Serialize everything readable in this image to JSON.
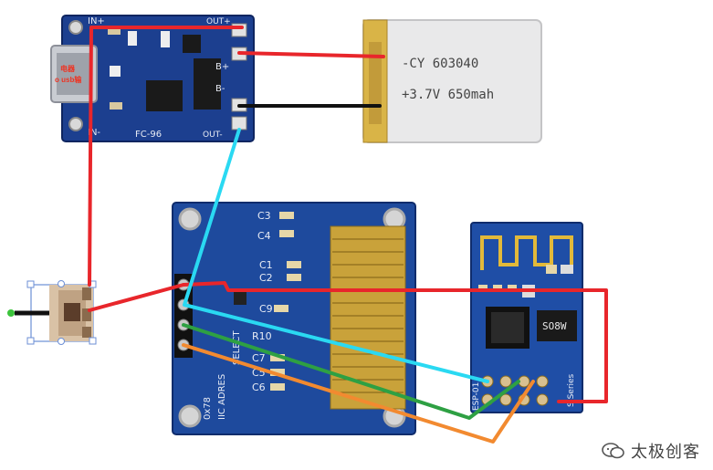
{
  "charger_board": {
    "silkscreen": {
      "in_plus": "IN+",
      "in_minus": "IN-",
      "out_plus": "OUT+",
      "out_minus": "OUT-",
      "b_plus": "B+",
      "b_minus": "B-",
      "model": "FC-96",
      "usb_note_line1": "电器",
      "usb_note_line2": "o usb输"
    }
  },
  "battery": {
    "line1": "-CY 603040",
    "line2": "+3.7V 650mah"
  },
  "oled_board": {
    "silkscreen": {
      "c3": "C3",
      "c4": "C4",
      "c1": "C1",
      "c2": "C2",
      "c9": "C9",
      "r10": "R10",
      "c5": "C5",
      "c6": "C6",
      "c7": "C7",
      "iic": "IIC ADRES",
      "select": "SELECT",
      "addr": "0x78"
    }
  },
  "esp_board": {
    "chip_label": "SO8W",
    "series_label": "S Series",
    "model_label": "ESP-01"
  },
  "wires": {
    "red": "#e8262b",
    "black": "#111111",
    "cyan": "#2ad9f2",
    "green": "#2ea043",
    "orange": "#f28a30"
  },
  "watermark": {
    "text": "太极创客"
  }
}
